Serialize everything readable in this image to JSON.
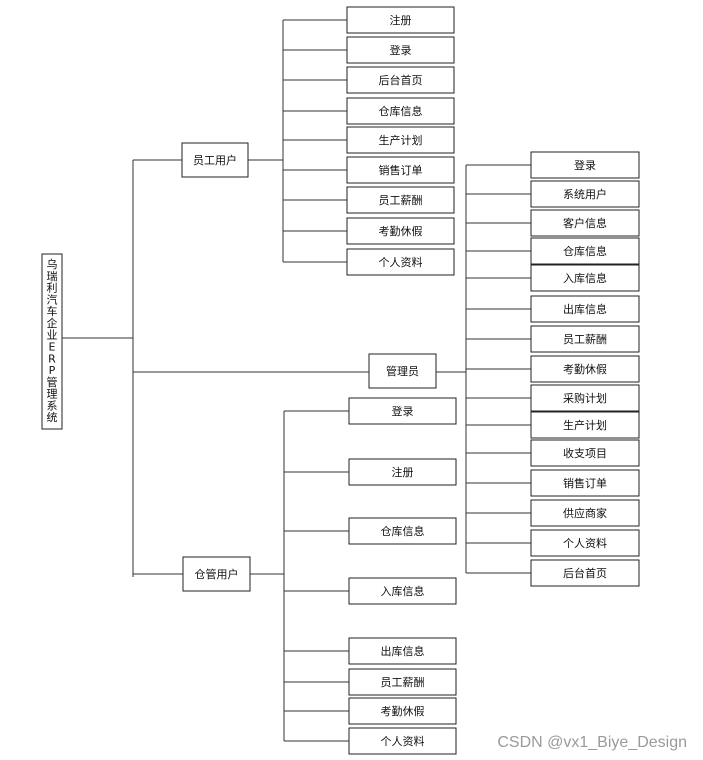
{
  "root": {
    "label": "乌瑞利汽车企业ERP管理系统"
  },
  "branches": [
    {
      "label": "员工用户",
      "items": [
        "注册",
        "登录",
        "后台首页",
        "仓库信息",
        "生产计划",
        "销售订单",
        "员工薪酬",
        "考勤休假",
        "个人资料"
      ]
    },
    {
      "label": "管理员",
      "items": [
        "登录",
        "系统用户",
        "客户信息",
        "仓库信息",
        "入库信息",
        "出库信息",
        "员工薪酬",
        "考勤休假",
        "采购计划",
        "生产计划",
        "收支项目",
        "销售订单",
        "供应商家",
        "个人资料",
        "后台首页"
      ]
    },
    {
      "label": "仓管用户",
      "items": [
        "登录",
        "注册",
        "仓库信息",
        "入库信息",
        "出库信息",
        "员工薪酬",
        "考勤休假",
        "个人资料"
      ]
    }
  ],
  "watermark": "CSDN @vx1_Biye_Design"
}
